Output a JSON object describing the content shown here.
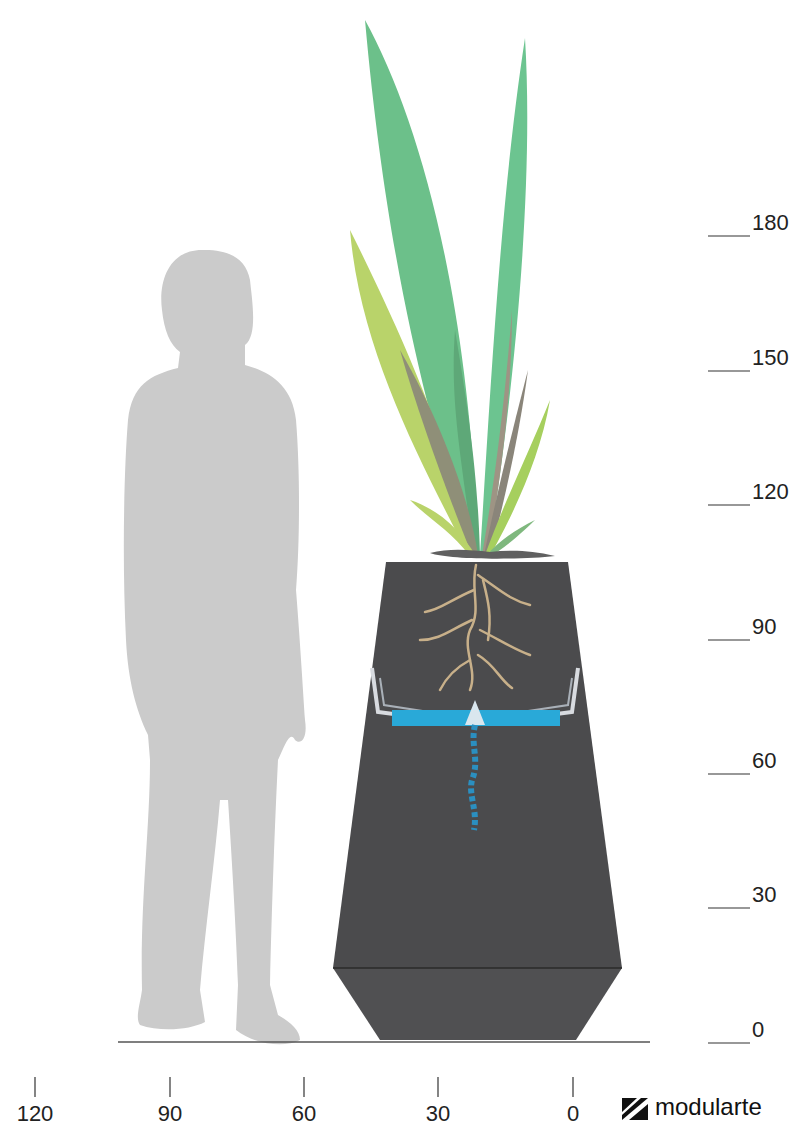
{
  "diagram": {
    "labels": [
      "180",
      "150",
      "120",
      "90",
      "60",
      "30",
      "0",
      "120",
      "90",
      "60",
      "30",
      "0",
      "modularte"
    ]
  }
}
